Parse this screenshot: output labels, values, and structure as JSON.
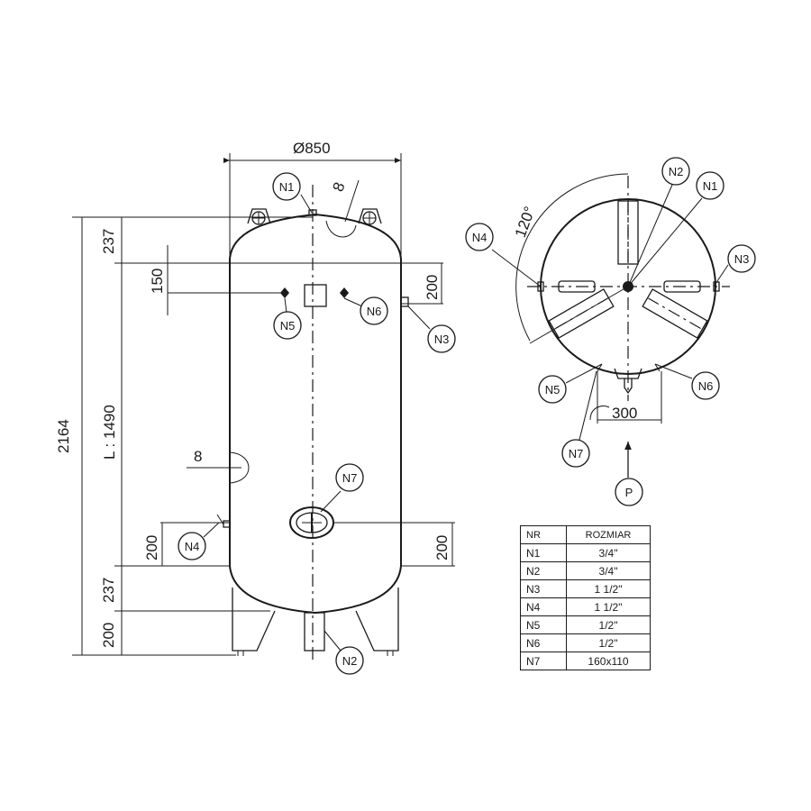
{
  "dimensions": {
    "diameter": "Ø850",
    "total_height": "2164",
    "head_top": "237",
    "head_bottom": "237",
    "length": "L : 1490",
    "legs": "200",
    "offset_150": "150",
    "offset_200_top": "200",
    "offset_200_left": "200",
    "offset_200_right": "200",
    "weld_8_top": "8",
    "weld_8_side": "8",
    "angle": "120°",
    "radius_300": "300"
  },
  "nozzle_labels": {
    "n1": "N1",
    "n2": "N2",
    "n3": "N3",
    "n4": "N4",
    "n5": "N5",
    "n6": "N6",
    "n7": "N7",
    "p": "P"
  },
  "table": {
    "header": [
      "NR",
      "ROZMIAR"
    ],
    "rows": [
      [
        "N1",
        "3/4\""
      ],
      [
        "N2",
        "3/4\""
      ],
      [
        "N3",
        "1 1/2\""
      ],
      [
        "N4",
        "1 1/2\""
      ],
      [
        "N5",
        "1/2\""
      ],
      [
        "N6",
        "1/2\""
      ],
      [
        "N7",
        "160x110"
      ]
    ]
  }
}
